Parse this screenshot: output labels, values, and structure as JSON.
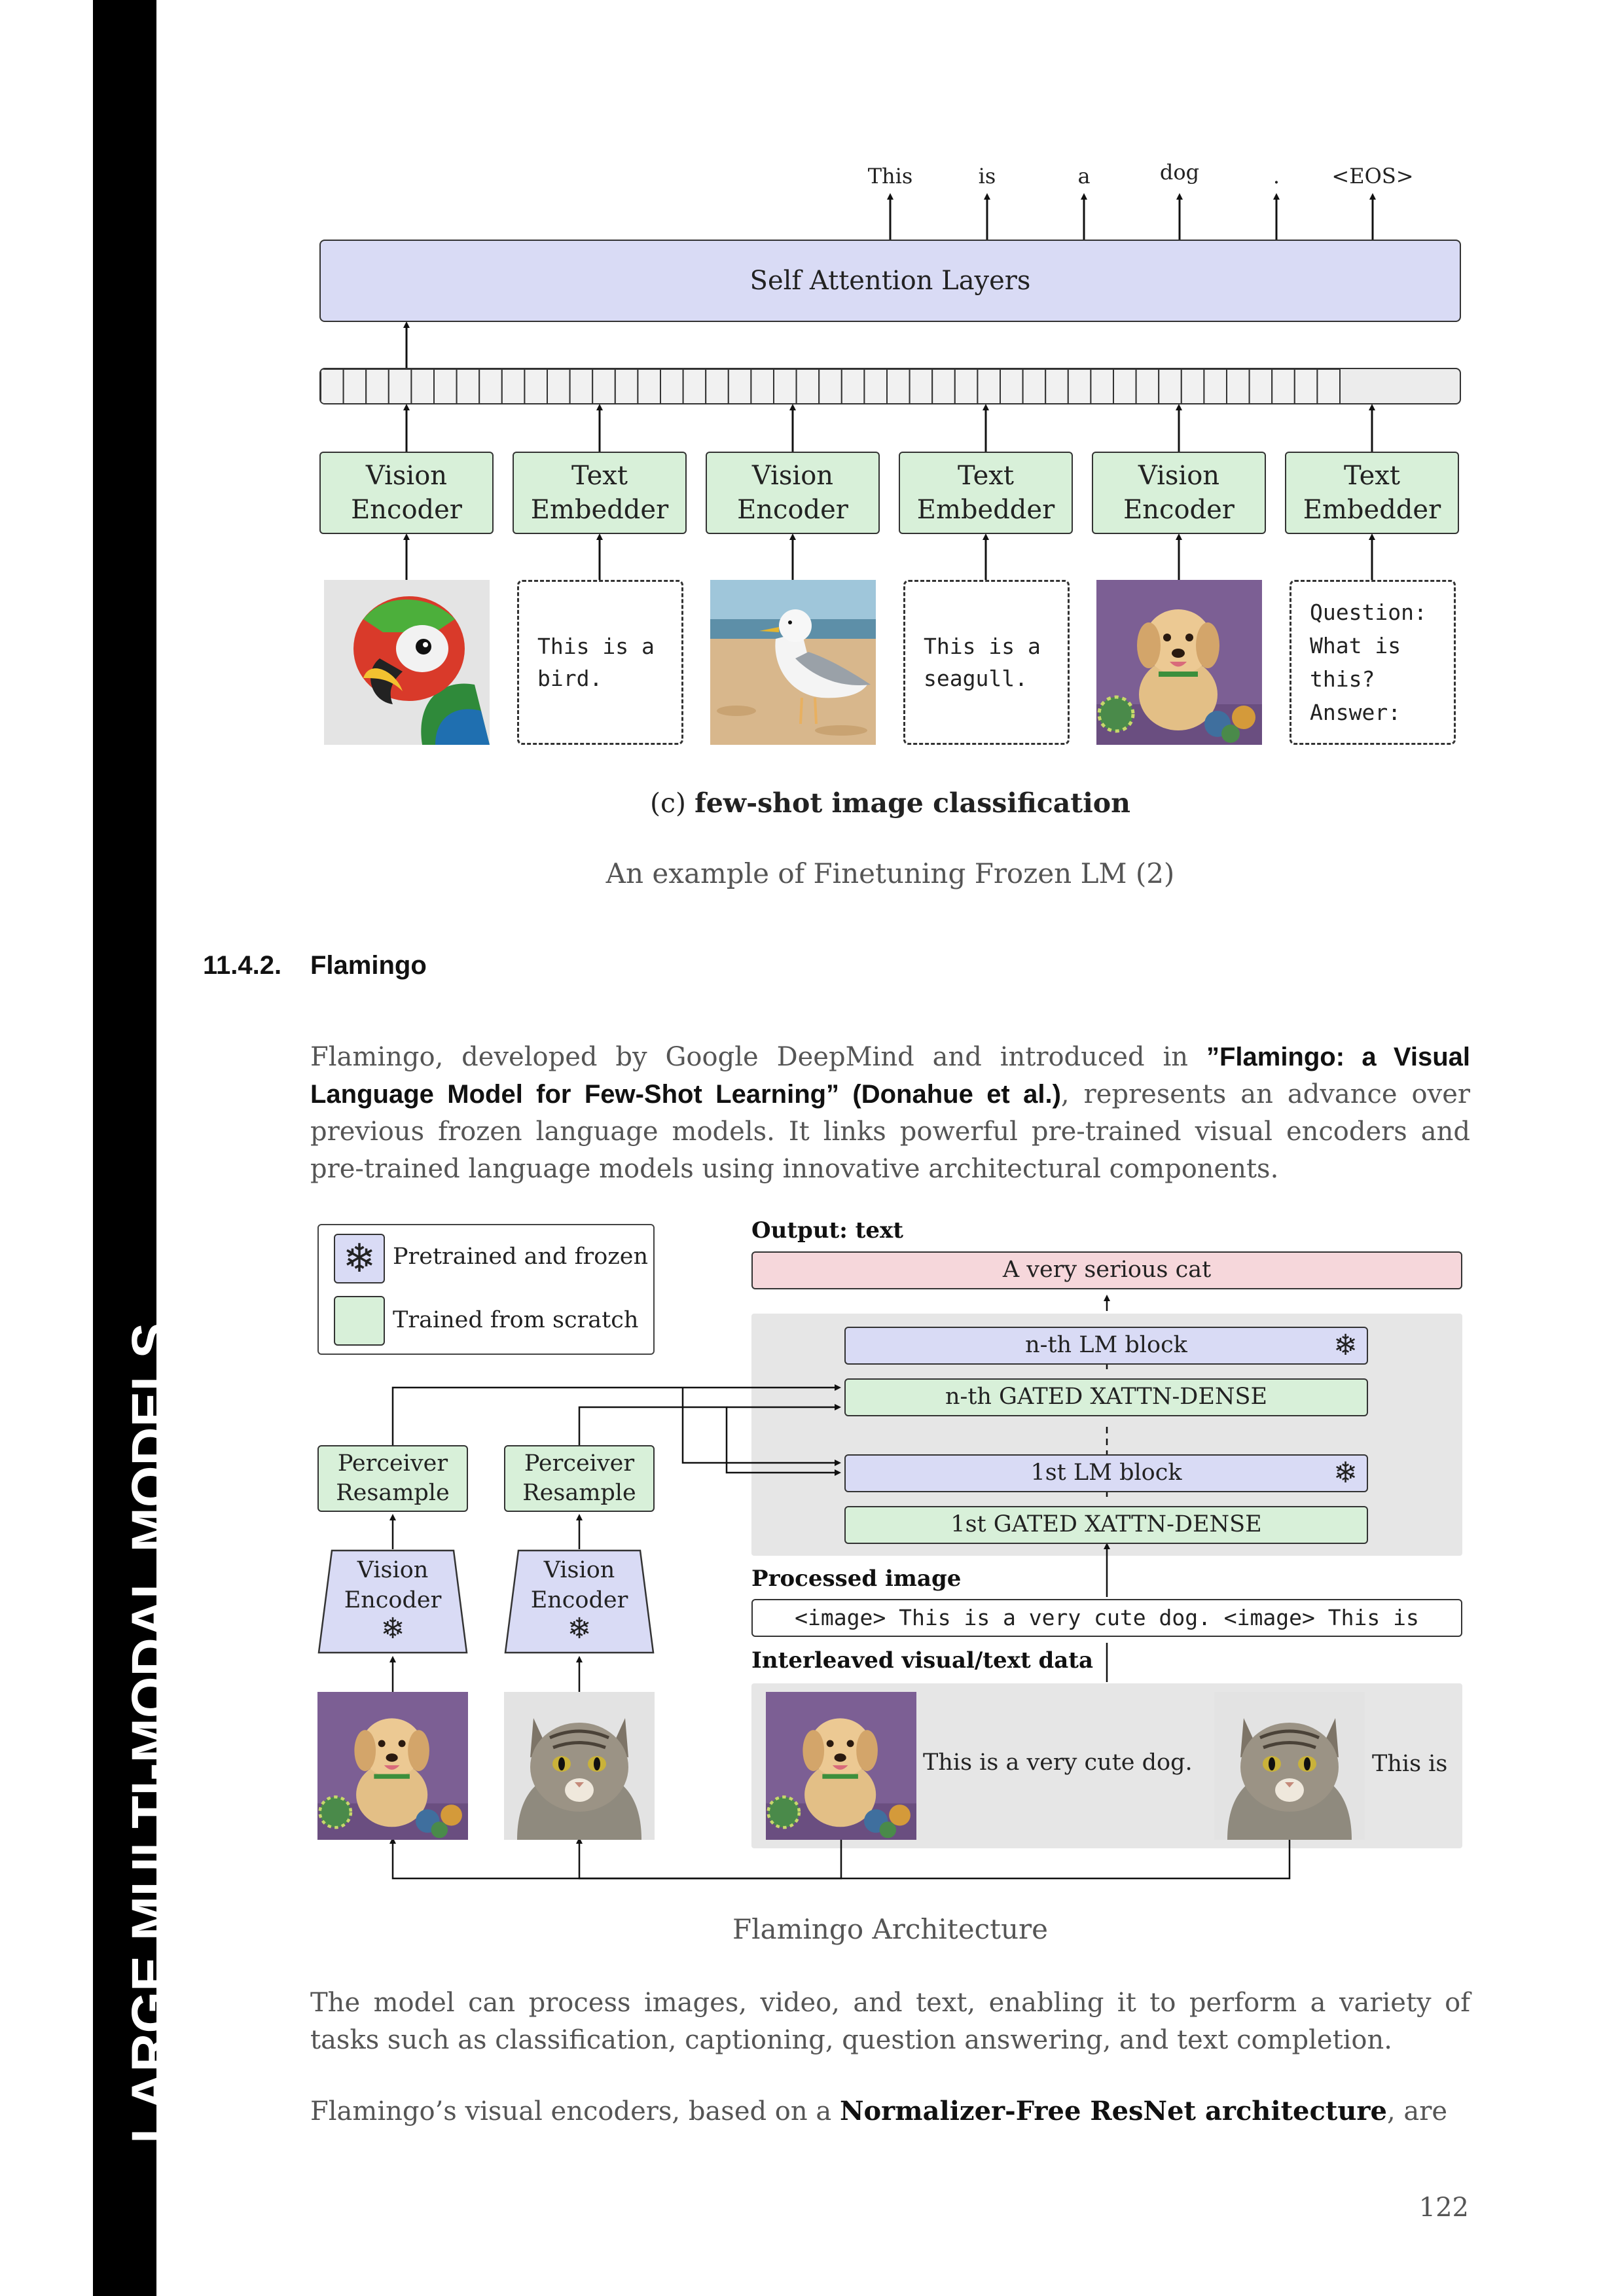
{
  "sidebar": {
    "chapter_title": "LARGE MULTI-MODAL MODELS"
  },
  "figure_c": {
    "output_tokens": [
      "This",
      "is",
      "a",
      "dog",
      ".",
      "<EOS>"
    ],
    "self_attention": "Self Attention Layers",
    "encoders": [
      "Vision\nEncoder",
      "Text\nEmbedder",
      "Vision\nEncoder",
      "Text\nEmbedder",
      "Vision\nEncoder",
      "Text\nEmbedder"
    ],
    "text_inputs": [
      [
        "This is a",
        "bird."
      ],
      [
        "This is a",
        "seagull."
      ],
      [
        "Question:",
        "What is",
        "this?",
        "Answer:"
      ]
    ],
    "subcaption_prefix": "(c)",
    "subcaption_bold": "few-shot image classification",
    "caption": "An example of Finetuning Frozen LM (2)"
  },
  "section": {
    "number": "11.4.2.",
    "title": "Flamingo"
  },
  "intro": {
    "p1_a": "Flamingo, developed by Google DeepMind and introduced in ",
    "p1_bold": "”Flamingo: a Visual Language Model for Few-Shot Learning” (Donahue et al.)",
    "p1_b": ", represents an advance over previous frozen language models. It links powerful pre-trained visual encoders and pre-trained language models using innovative architectural components."
  },
  "flamingo_fig": {
    "legend_frozen": "Pretrained and frozen",
    "legend_scratch": "Trained from scratch",
    "output_label": "Output: text",
    "output_text": "A very serious cat",
    "nth_lm": "n-th LM block",
    "nth_gated": "n-th GATED XATTN-DENSE",
    "first_lm": "1st LM block",
    "first_gated": "1st GATED XATTN-DENSE",
    "perceiver": "Perceiver\nResample",
    "vision_encoder": "Vision\nEncoder",
    "processed_label": "Processed image",
    "processed_text": "<image> This is a very cute dog. <image> This is",
    "interleaved_label": "Interleaved visual/text data",
    "interleaved_text_1": "This is a very cute dog.",
    "interleaved_text_2": "This is",
    "snowflake": "❄",
    "caption": "Flamingo Architecture"
  },
  "para2": "The model can process images, video, and text, enabling it to perform a variety of tasks such as classification, captioning, question answering, and text completion.",
  "para3": {
    "a": "Flamingo’s visual encoders, based on a ",
    "bold": "Normalizer-Free ResNet architecture",
    "b": ", are"
  },
  "page_number": "122",
  "colors": {
    "frozen": "#d9dbf5",
    "scratch": "#d8f0d9",
    "output": "#f6d7db",
    "panel": "#e6e6e6"
  }
}
